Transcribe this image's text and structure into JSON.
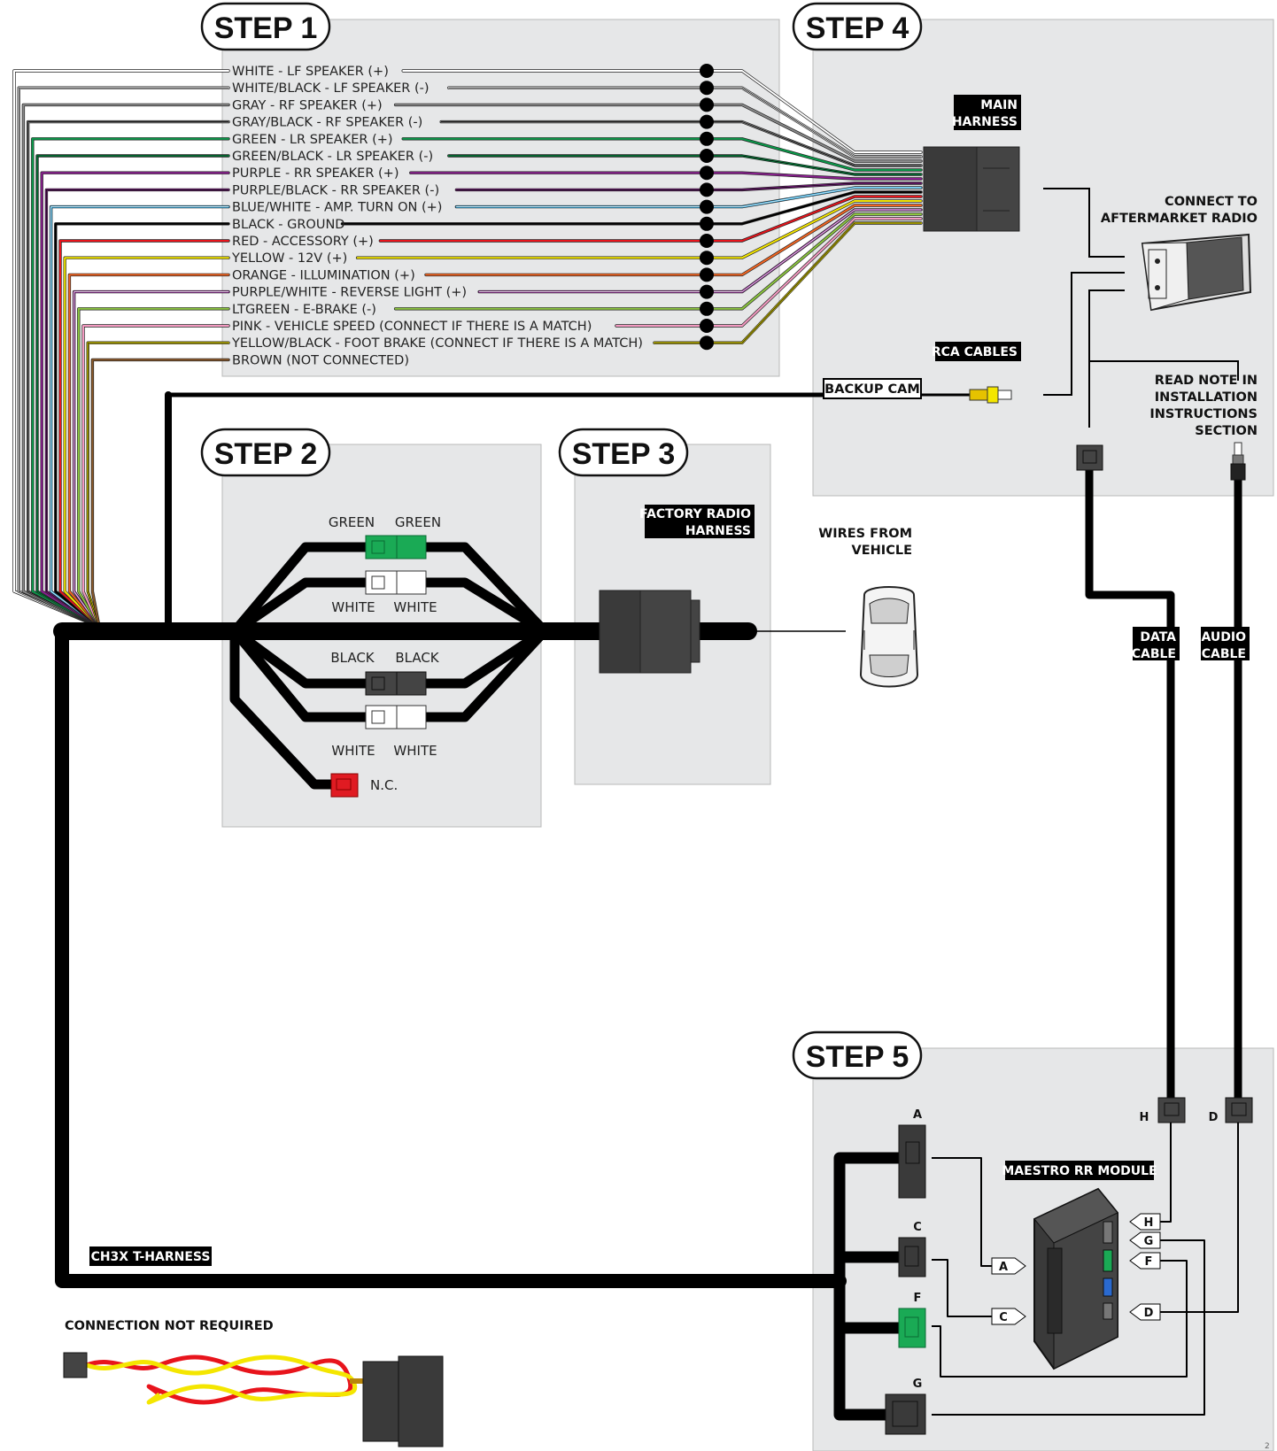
{
  "steps": {
    "step1": "STEP 1",
    "step2": "STEP 2",
    "step3": "STEP 3",
    "step4": "STEP 4",
    "step5": "STEP 5"
  },
  "wires": [
    {
      "label": "WHITE - LF SPEAKER (+)",
      "color": "#ffffff",
      "stripe": null
    },
    {
      "label": "WHITE/BLACK - LF SPEAKER (-)",
      "color": "#ffffff",
      "stripe": "#000000"
    },
    {
      "label": "GRAY - RF SPEAKER (+)",
      "color": "#8a8a8a",
      "stripe": null
    },
    {
      "label": "GRAY/BLACK - RF SPEAKER (-)",
      "color": "#8a8a8a",
      "stripe": "#000000"
    },
    {
      "label": "GREEN - LR SPEAKER (+)",
      "color": "#0a9a4a",
      "stripe": null
    },
    {
      "label": "GREEN/BLACK - LR SPEAKER (-)",
      "color": "#0a9a4a",
      "stripe": "#000000"
    },
    {
      "label": "PURPLE - RR SPEAKER (+)",
      "color": "#8a1f8f",
      "stripe": null
    },
    {
      "label": "PURPLE/BLACK - RR SPEAKER (-)",
      "color": "#8a1f8f",
      "stripe": "#000000"
    },
    {
      "label": "BLUE/WHITE - AMP. TURN ON (+)",
      "color": "#27a7e0",
      "stripe": "#ffffff"
    },
    {
      "label": "BLACK - GROUND",
      "color": "#000000",
      "stripe": null
    },
    {
      "label": "RED - ACCESSORY (+)",
      "color": "#e8141c",
      "stripe": null
    },
    {
      "label": "YELLOW - 12V (+)",
      "color": "#f4e600",
      "stripe": null
    },
    {
      "label": "ORANGE - ILLUMINATION (+)",
      "color": "#f26522",
      "stripe": null
    },
    {
      "label": "PURPLE/WHITE - REVERSE LIGHT (+)",
      "color": "#8a1f8f",
      "stripe": "#ffffff"
    },
    {
      "label": "LTGREEN - E-BRAKE (-)",
      "color": "#8cc63f",
      "stripe": null
    },
    {
      "label": "PINK - VEHICLE SPEED (CONNECT IF THERE IS A MATCH)",
      "color": "#f49ac1",
      "stripe": null
    },
    {
      "label": "YELLOW/BLACK - FOOT BRAKE (CONNECT IF THERE IS A MATCH)",
      "color": "#f4e600",
      "stripe": "#000000"
    },
    {
      "label": "BROWN (NOT CONNECTED)",
      "color": "#8b5a2b",
      "stripe": null
    }
  ],
  "step2": {
    "top_left": "GREEN",
    "top_right": "GREEN",
    "second_left": "WHITE",
    "second_right": "WHITE",
    "third_left": "BLACK",
    "third_right": "BLACK",
    "fourth_left": "WHITE",
    "fourth_right": "WHITE",
    "nc": "N.C."
  },
  "step3": {
    "tag_line1": "FACTORY RADIO",
    "tag_line2": "HARNESS",
    "wires_from_line1": "WIRES FROM",
    "wires_from_line2": "VEHICLE"
  },
  "step4": {
    "main_line1": "MAIN",
    "main_line2": "HARNESS",
    "connect_line1": "CONNECT TO",
    "connect_line2": "AFTERMARKET RADIO",
    "rca": "RCA CABLES",
    "backup": "BACKUP CAM",
    "note_line1": "READ NOTE IN",
    "note_line2": "INSTALLATION",
    "note_line3": "INSTRUCTIONS",
    "note_line4": "SECTION",
    "data_line1": "DATA",
    "data_line2": "CABLE",
    "audio_line1": "AUDIO",
    "audio_line2": "CABLE"
  },
  "step5": {
    "module": "MAESTRO RR MODULE",
    "conn_a": "A",
    "conn_c": "C",
    "conn_f": "F",
    "conn_g": "G",
    "port_h": "H",
    "port_d": "D",
    "tag_h": "H",
    "tag_g": "G",
    "tag_f": "F",
    "tag_d": "D",
    "tag_a": "A",
    "tag_c": "C"
  },
  "harness": "CH3X T-HARNESS",
  "not_required": "CONNECTION NOT REQUIRED",
  "page_number": "2",
  "colors": {
    "panel": "#e6e7e8",
    "panel_border": "#b8b8b8",
    "cable": "#000000",
    "connector": "#3a3a3a",
    "green_connector": "#1aaa55",
    "red_connector": "#e01b22"
  }
}
